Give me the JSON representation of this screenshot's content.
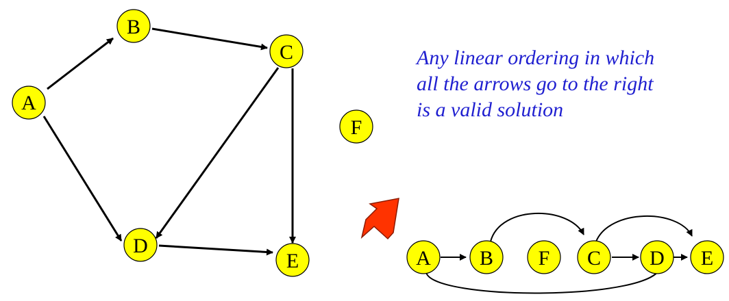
{
  "colors": {
    "node_fill": "#ffff00",
    "caption": "#1f1fd0",
    "arrow_fill": "#ff3300"
  },
  "graph": {
    "nodes": [
      "A",
      "B",
      "C",
      "D",
      "E",
      "F"
    ],
    "edges": [
      [
        "A",
        "B"
      ],
      [
        "B",
        "C"
      ],
      [
        "A",
        "D"
      ],
      [
        "C",
        "D"
      ],
      [
        "C",
        "E"
      ],
      [
        "D",
        "E"
      ]
    ]
  },
  "ordering": {
    "nodes": [
      "A",
      "B",
      "F",
      "C",
      "D",
      "E"
    ]
  },
  "caption": {
    "lines": [
      "Any linear ordering in which",
      "all the arrows go to the right",
      "is a valid solution"
    ]
  }
}
